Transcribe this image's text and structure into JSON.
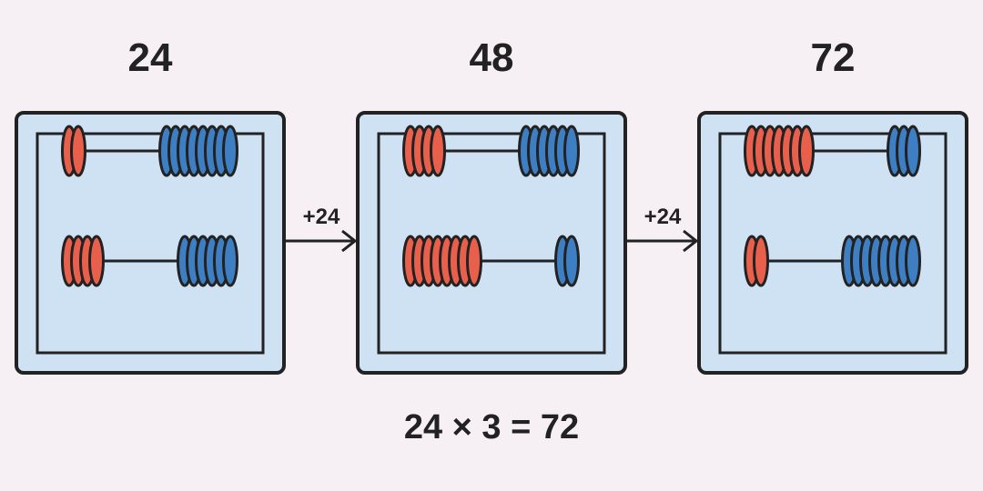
{
  "abacuses": [
    {
      "value_label": "24",
      "rows": [
        {
          "red": 2,
          "blue": 8
        },
        {
          "red": 4,
          "blue": 6
        }
      ]
    },
    {
      "value_label": "48",
      "rows": [
        {
          "red": 4,
          "blue": 6
        },
        {
          "red": 8,
          "blue": 2
        }
      ]
    },
    {
      "value_label": "72",
      "rows": [
        {
          "red": 7,
          "blue": 3
        },
        {
          "red": 2,
          "blue": 8
        }
      ]
    }
  ],
  "steps": [
    {
      "label": "+24"
    },
    {
      "label": "+24"
    }
  ],
  "equation": "24 × 3 = 72",
  "colors": {
    "background": "#f6f0f4",
    "frame_fill": "#cfe2f4",
    "outline": "#222222",
    "red_bead": "#e8604c",
    "blue_bead": "#3d7fc2"
  }
}
